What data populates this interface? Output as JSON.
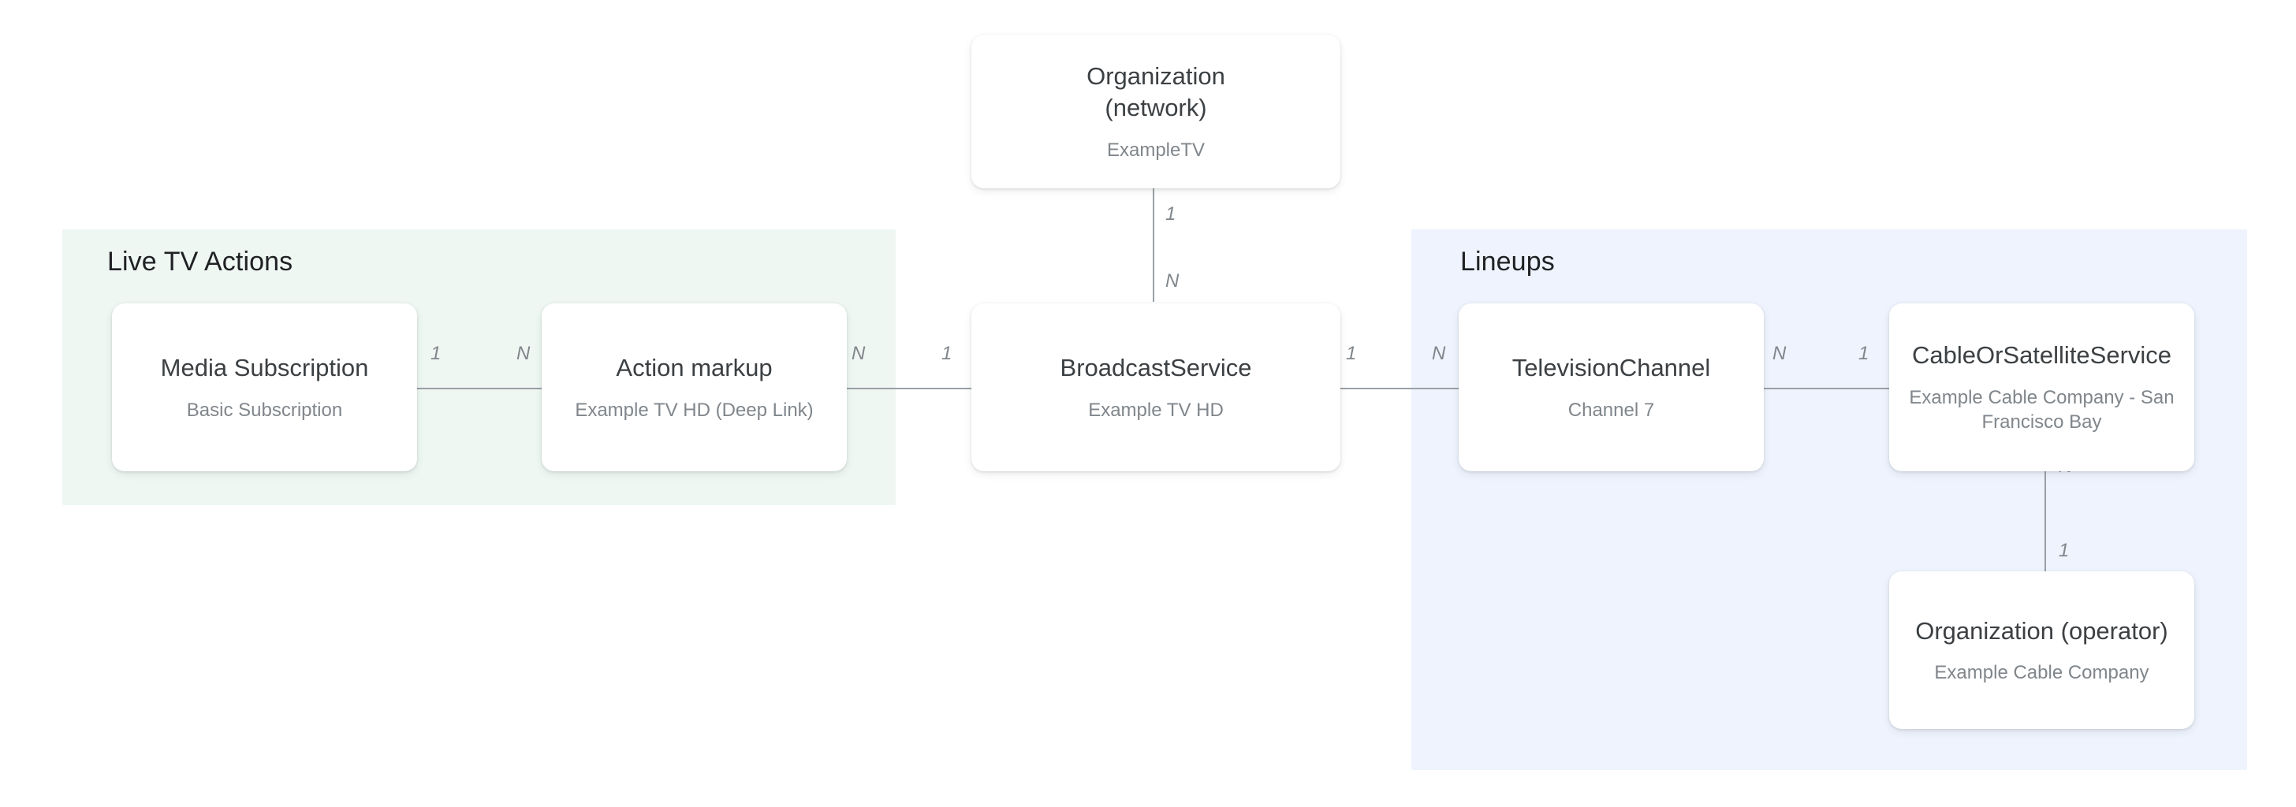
{
  "diagram": {
    "title_hidden": "",
    "groups": [
      {
        "id": "live-tv-actions",
        "label": "Live TV Actions",
        "color": "#eef7f2"
      },
      {
        "id": "lineups",
        "label": "Lineups",
        "color": "#eef3fd"
      }
    ],
    "nodes": [
      {
        "id": "organization-network",
        "title": "Organization\n(network)",
        "title_line1": "Organization",
        "title_line2": "(network)",
        "subtitle": "ExampleTV"
      },
      {
        "id": "media-subscription",
        "title": "Media Subscription",
        "subtitle": "Basic Subscription"
      },
      {
        "id": "action-markup",
        "title": "Action markup",
        "subtitle": "Example TV HD (Deep Link)"
      },
      {
        "id": "broadcast-service",
        "title": "BroadcastService",
        "subtitle": "Example TV HD"
      },
      {
        "id": "television-channel",
        "title": "TelevisionChannel",
        "subtitle": "Channel 7"
      },
      {
        "id": "cable-or-satellite-service",
        "title": "CableOrSatelliteService",
        "subtitle": "Example Cable Company - San Francisco Bay"
      },
      {
        "id": "organization-operator",
        "title": "Organization (operator)",
        "subtitle": "Example Cable Company"
      }
    ],
    "edges": [
      {
        "id": "org-network-to-broadcast",
        "from": "organization-network",
        "to": "broadcast-service",
        "from_label": "1",
        "to_label": "N",
        "orientation": "vertical"
      },
      {
        "id": "media-sub-to-action-markup",
        "from": "media-subscription",
        "to": "action-markup",
        "from_label": "1",
        "to_label": "N",
        "orientation": "horizontal"
      },
      {
        "id": "action-markup-to-broadcast",
        "from": "action-markup",
        "to": "broadcast-service",
        "from_label": "N",
        "to_label": "1",
        "orientation": "horizontal"
      },
      {
        "id": "broadcast-to-tv-channel",
        "from": "broadcast-service",
        "to": "television-channel",
        "from_label": "1",
        "to_label": "N",
        "orientation": "horizontal"
      },
      {
        "id": "tv-channel-to-cable-service",
        "from": "television-channel",
        "to": "cable-or-satellite-service",
        "from_label": "N",
        "to_label": "1",
        "orientation": "horizontal"
      },
      {
        "id": "cable-service-to-org-operator",
        "from": "cable-or-satellite-service",
        "to": "organization-operator",
        "from_label": "N",
        "to_label": "1",
        "orientation": "vertical"
      }
    ],
    "colors": {
      "group_green": "#eef7f2",
      "group_blue": "#eef3fd",
      "card_bg": "#ffffff",
      "title_text": "#3c4043",
      "subtitle_text": "#80868b",
      "edge_line": "#9aa0a6",
      "group_title_text": "#202124"
    }
  }
}
